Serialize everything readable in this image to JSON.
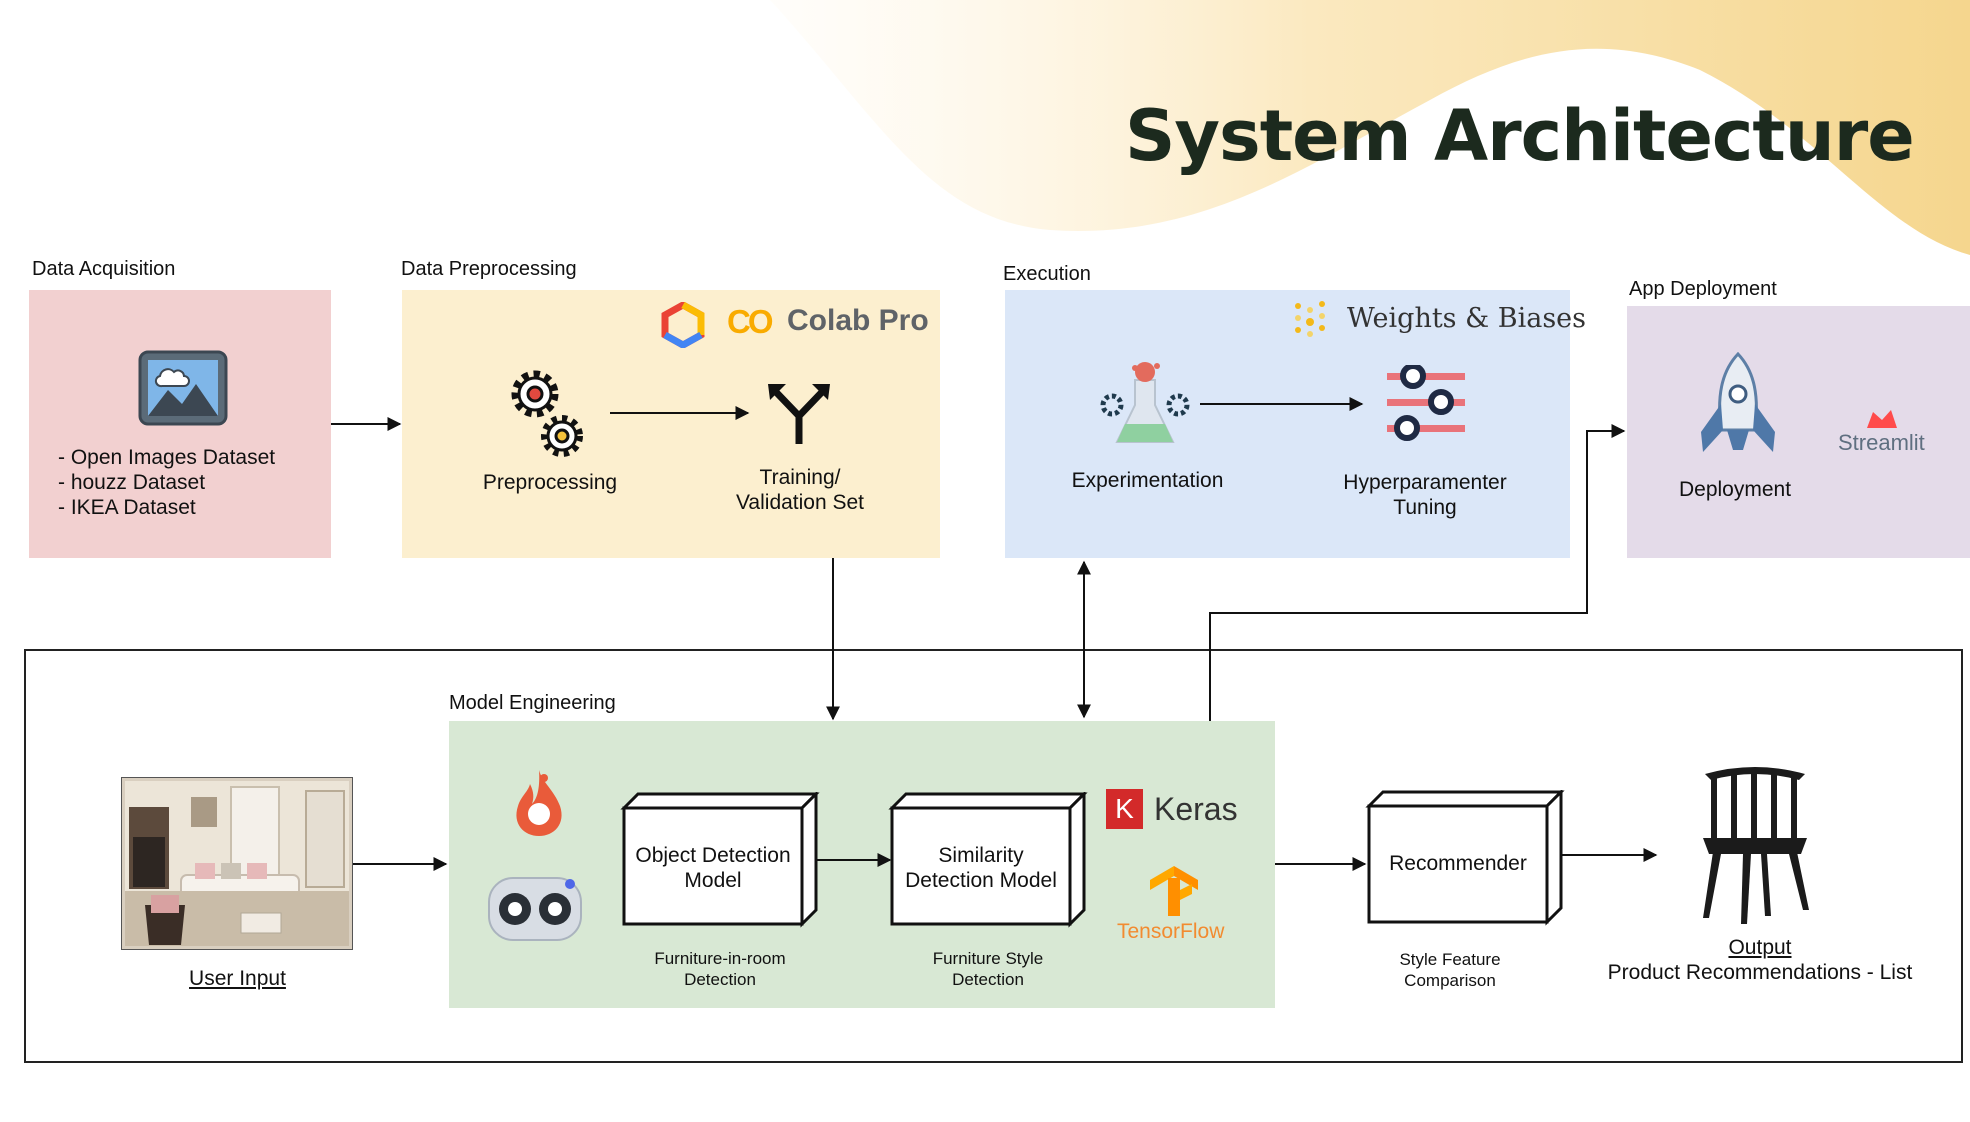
{
  "title": "System Architecture",
  "sections": {
    "data_acquisition": {
      "label": "Data Acquisition",
      "items": [
        "- Open Images Dataset",
        "- houzz Dataset",
        "- IKEA Dataset"
      ]
    },
    "data_preprocessing": {
      "label": "Data Preprocessing",
      "logo_text": "Colab Pro",
      "logo_mark": "CO",
      "preprocessing": "Preprocessing",
      "training_line1": "Training/",
      "training_line2": "Validation Set"
    },
    "execution": {
      "label": "Execution",
      "logo_text": "Weights & Biases",
      "experimentation": "Experimentation",
      "tuning_line1": "Hyperparamenter",
      "tuning_line2": "Tuning"
    },
    "app_deployment": {
      "label": "App Deployment",
      "deployment": "Deployment",
      "streamlit": "Streamlit"
    },
    "model_engineering": {
      "label": "Model Engineering",
      "object_detection_line1": "Object Detection",
      "object_detection_line2": "Model",
      "object_caption_line1": "Furniture-in-room",
      "object_caption_line2": "Detection",
      "similarity_line1": "Similarity",
      "similarity_line2": "Detection Model",
      "similarity_caption_line1": "Furniture Style",
      "similarity_caption_line2": "Detection",
      "keras": "Keras",
      "keras_mark": "K",
      "tensorflow": "TensorFlow"
    },
    "user_input": {
      "label": "User Input"
    },
    "recommender": {
      "label": "Recommender",
      "caption_line1": "Style Feature",
      "caption_line2": "Comparison"
    },
    "output": {
      "label": "Output",
      "caption": "Product Recommendations - List"
    }
  },
  "colors": {
    "acquisition_bg": "#f2d0d0",
    "preprocessing_bg": "#fcefcf",
    "execution_bg": "#dbe7f8",
    "deployment_bg": "#e4dbe9",
    "model_bg": "#d8e8d4",
    "title": "#1c2a1e",
    "wave": "#f6dc98"
  }
}
